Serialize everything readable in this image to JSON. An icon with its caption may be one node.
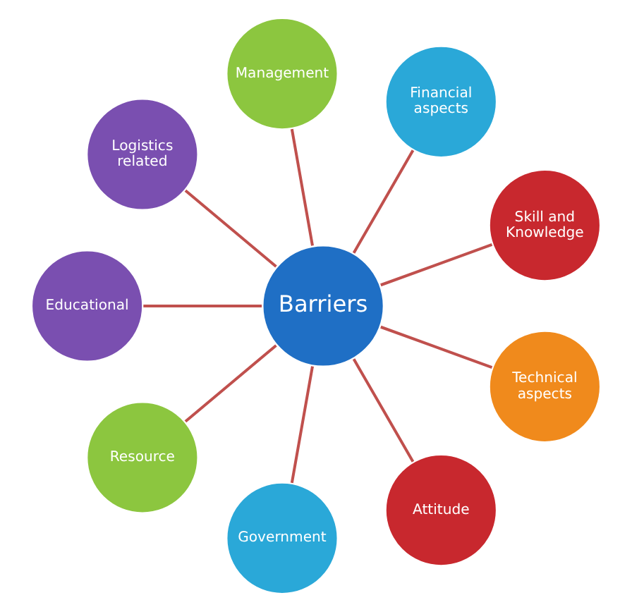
{
  "diagram": {
    "nodes": [
      {
        "text": [
          "Skill and Knowledge"
        ]
      },
      {
        "text": [
          "Financial aspects"
        ]
      },
      {
        "text": [
          "Management"
        ]
      },
      {
        "text": [
          "Logistics related"
        ]
      },
      {
        "text": [
          "Barriers"
        ]
      },
      {
        "text": [
          "Educational"
        ]
      },
      {
        "text": [
          "Resource"
        ]
      },
      {
        "text": [
          "Government"
        ]
      },
      {
        "text": [
          "Attitude"
        ]
      },
      {
        "text": [
          "Technical aspects"
        ]
      }
    ],
    "edges": [
      {
        "from": 4,
        "to": 0,
        "arrow": "none"
      },
      {
        "from": 4,
        "to": 2,
        "arrow": "none"
      },
      {
        "from": 4,
        "to": 5,
        "arrow": "none"
      },
      {
        "from": 4,
        "to": 7,
        "arrow": "none"
      },
      {
        "from": 4,
        "to": 9,
        "arrow": "none"
      },
      {
        "from": 4,
        "to": 8,
        "arrow": "none"
      },
      {
        "from": 4,
        "to": 6,
        "arrow": "none"
      },
      {
        "from": 4,
        "to": 3,
        "arrow": "none"
      },
      {
        "from": 4,
        "to": 1,
        "arrow": "none"
      }
    ]
  }
}
